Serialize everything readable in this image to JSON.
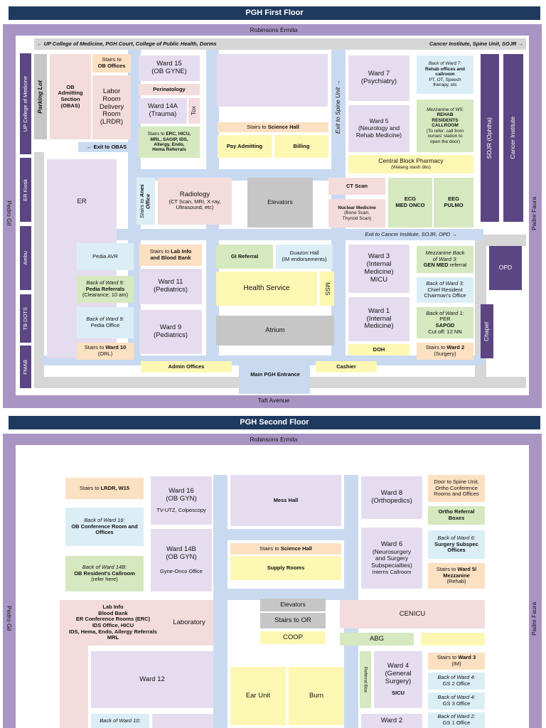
{
  "floor1": {
    "title": "PGH First Floor",
    "top_street": "Robinsons Ermita",
    "bottom_street": "Taft Avenue",
    "left_street": "Pedro Gil",
    "right_street": "Padre Faura",
    "arrow_left": "← UP College of Medicine, PGH Court, College of Public Health, Dorms",
    "arrow_right": "Cancer Institute, Spine Unit, SOJR →",
    "left_strip": [
      "UP College of Medicine",
      "ER Kiosk",
      "Ambu",
      "TB DOTS",
      "FMAB"
    ],
    "parking": "Parking Lot",
    "obas": [
      "OB",
      "Admitting",
      "Section",
      "(OBAS)"
    ],
    "stairs_ob": [
      "Stairs to",
      "OB Offices"
    ],
    "lrdr": [
      "Labor",
      "Room",
      "Delivery",
      "Room",
      "(LRDR)"
    ],
    "exit_obas": "← Exit to OBAS",
    "ward15": [
      "Ward 15",
      "(OB GYNE)"
    ],
    "perinatology": "Perinatology",
    "ward14a": [
      "Ward 14A",
      "(Trauma)"
    ],
    "tox": "Tox",
    "stairs_erc": [
      "Stairs to ",
      "ERC, HICU,",
      "MRL, SAGIP, IDS,",
      "Allergy, Endo,",
      "Hema Referrals"
    ],
    "stairs_science": [
      "Stairs to ",
      "Science Hall"
    ],
    "pay_admitting": "Pay Admitting",
    "billing": "Billing",
    "exit_spine": "Exit to Spine Unit →",
    "ward7": [
      "Ward 7",
      "(Psychiatry)"
    ],
    "back_ward7": [
      "Back of Ward 7:",
      "Rehab offices and",
      "callroom",
      "PT, OT, Speech",
      "therapy, etc"
    ],
    "ward5": [
      "Ward 5",
      "(Neurology and",
      "Rehab Medicine)"
    ],
    "mezz_w5": [
      "Mezzanine of W5:",
      "REHAB",
      "RESIDENTS",
      "CALLROOM",
      "(To refer: call from",
      "nurses' station to",
      "open the door)"
    ],
    "sojr": "SOJR (Ophtha)",
    "cancer": "Cancer Institute",
    "pharmacy": [
      "Central Block Pharmacy",
      "(Walang stash dito)"
    ],
    "er": "ER",
    "stairs_anes": [
      "Stairs to",
      "Anes Office"
    ],
    "radiology": [
      "Radiology",
      "(CT Scan, MRI, X-ray,",
      "Ultrasound, etc)"
    ],
    "elevators": "Elevators",
    "ctscan": "CT Scan",
    "nuclear": [
      "Nuclear Medicine",
      "(Bone Scan,",
      "Thyroid Scan)"
    ],
    "ecg": [
      "ECG",
      "MED ONCO"
    ],
    "eeg": [
      "EEG",
      "PULMO"
    ],
    "exit_cancer": "Exit to Cancer Institute, SOJR, OPD →",
    "pedia_avr": "Pedia AVR",
    "stairs_lab": [
      "Stairs to ",
      "Lab Info",
      "and Blood Bank"
    ],
    "gi_referral": "GI Referral",
    "guazon": [
      "Guazon Hall",
      "(IM endorsements)"
    ],
    "ward3": [
      "Ward 3",
      "(Internal",
      "Medicine)",
      "MICU"
    ],
    "mezz_w3": [
      "Mezzanine Back",
      "of Ward 3:",
      "GEN MED",
      " referral"
    ],
    "opd": "OPD",
    "back_ward9_ref": [
      "Back of Ward 9:",
      "Pedia Referrals",
      "(Clearance: 10 am)"
    ],
    "ward11": [
      "Ward 11",
      "(Pediatrics)"
    ],
    "health_service": "Health Service",
    "mss": "MSS",
    "back_ward3": [
      "Back of Ward 3:",
      "Chief Resident",
      "Chairman's Office"
    ],
    "chapel": "Chapel",
    "back_ward9_office": [
      "Back of Ward 9:",
      "Pedia Office"
    ],
    "ward9": [
      "Ward 9",
      "(Pediatrics)"
    ],
    "atrium": "Atrium",
    "ward1": [
      "Ward 1",
      "(Internal",
      "Medicine)"
    ],
    "back_ward1": [
      "Back of Ward 1:",
      "PER",
      "SAPOD",
      "Cut off: 12 NN"
    ],
    "stairs_w10": [
      "Stairs to ",
      "Ward 10",
      "(ORL)"
    ],
    "doh": "DOH",
    "stairs_w2": [
      "Stairs to ",
      "Ward 2",
      "(Surgery)"
    ],
    "admin": "Admin Offices",
    "main_entrance": "Main PGH Entrance",
    "cashier": "Cashier"
  },
  "floor2": {
    "title": "PGH Second Floor",
    "top_street": "Robinsons Ermita",
    "left_street": "Pedro Gil",
    "right_street": "Padre Faura",
    "stairs_lrdr": [
      "Stairs to ",
      "LRDR, W15"
    ],
    "ward16": [
      "Ward 16",
      "(OB GYN)",
      "TV-UTZ, Colposcopy"
    ],
    "mess": "Mess Hall",
    "ward8": [
      "Ward 8",
      "(Orthopedics)"
    ],
    "door_spine": [
      "Door to Spine Unit,",
      "Ortho Conference",
      "Rooms and Offices"
    ],
    "back_w16": [
      "Back of Ward 16:",
      "OB Conference Room and",
      "Offices"
    ],
    "ortho_ref": [
      "Ortho Referral",
      "Boxes"
    ],
    "stairs_science": [
      "Stairs to ",
      "Science Hall"
    ],
    "ward14b": [
      "Ward 14B",
      "(OB GYN)",
      "Gyne-Onco Office"
    ],
    "supply": "Supply Rooms",
    "ward6": [
      "Ward 6",
      "(Neurosurgery",
      "and Surgery",
      "Subspecialties)",
      "Interns Callroom"
    ],
    "back_w6": [
      "Back of Ward 6:",
      "Surgery Subspec",
      "Offices"
    ],
    "back_w14b": [
      "Back of Ward 14B:",
      "OB Resident's Callroom",
      "(refer here)"
    ],
    "stairs_w5": [
      "Stairs to ",
      "Ward 5/",
      "Mezzanine",
      "(Rehab)"
    ],
    "lab_list": [
      "Lab Info",
      "Blood Bank",
      "ER Conference Rooms (ERC)",
      "IDS Office, HICU",
      "IDS, Hema, Endo, Allergy Referrals",
      "MRL"
    ],
    "laboratory": "Laboratory",
    "elevators": "Elevators",
    "stairs_or": "Stairs to OR",
    "cenicu": "CENICU",
    "coop": "COOP",
    "abg": "ABG",
    "ward12": "Ward 12",
    "ear": "Ear Unit",
    "burn": "Burn",
    "referral_box": "Referral Box",
    "ward4": [
      "Ward 4",
      "(General",
      "Surgery)",
      "SICU"
    ],
    "stairs_w3": [
      "Stairs to ",
      "Ward 3",
      "(IM)"
    ],
    "back_w4_gs2": [
      "Back of Ward 4:",
      "GS 2 Office"
    ],
    "back_w4_gs3": [
      "Back of Ward 4:",
      "GS 3 Office"
    ],
    "back_w2_gs1": [
      "Back of Ward 2:",
      "GS 1 Office"
    ],
    "back_w10": "Back of Ward 10:",
    "ward2": "Ward 2"
  }
}
